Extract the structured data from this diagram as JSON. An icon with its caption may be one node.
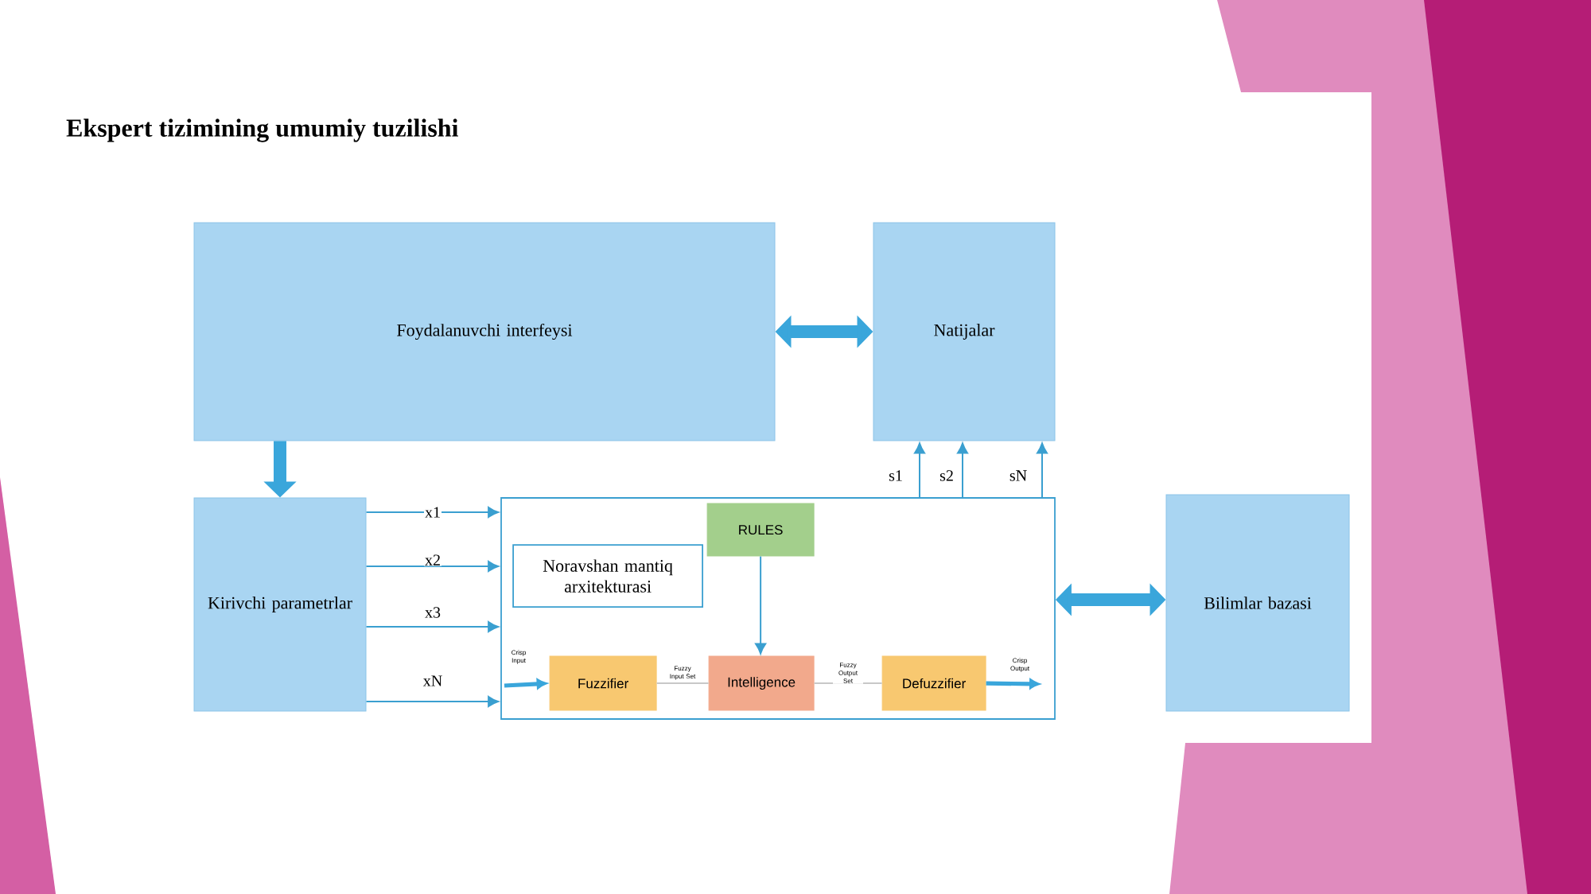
{
  "diagram": {
    "title": "Ekspert tizimining umumiy tuzilishi",
    "nodes": [
      {
        "text": [
          "Foydalanuvchi interfeysi"
        ]
      },
      {
        "text": [
          "Natijalar"
        ]
      },
      {
        "text": [
          "Kirivchi parametrlar"
        ]
      },
      {
        "text": [],
        "shape": "box"
      },
      {
        "text": [
          "Noravshan mantiq arxitekturasi"
        ],
        "in": 3
      },
      {
        "text": [
          "RULES"
        ],
        "in": 3
      },
      {
        "text": [
          "Fuzzifier"
        ],
        "in": 3
      },
      {
        "text": [
          "Intelligence"
        ],
        "in": 3
      },
      {
        "text": [
          "Defuzzifier"
        ],
        "in": 3
      },
      {
        "text": [
          "Bilimlar bazasi"
        ]
      }
    ],
    "edges": [
      {
        "from": 0,
        "to": 1,
        "arrow": "both",
        "style": "thick"
      },
      {
        "from": 0,
        "to": 2,
        "arrow": "to",
        "style": "thick"
      },
      {
        "from": 2,
        "to": 3,
        "arrow": "to",
        "label": "x1"
      },
      {
        "from": 2,
        "to": 3,
        "arrow": "to",
        "label": "x2"
      },
      {
        "from": 2,
        "to": 3,
        "arrow": "to",
        "label": "x3"
      },
      {
        "from": 2,
        "to": 3,
        "arrow": "to",
        "label": "xN"
      },
      {
        "from": 3,
        "to": 1,
        "arrow": "to",
        "label": "s1"
      },
      {
        "from": 3,
        "to": 1,
        "arrow": "to",
        "label": "s2"
      },
      {
        "from": 3,
        "to": 1,
        "arrow": "to",
        "label": "sN"
      },
      {
        "from": 3,
        "to": 9,
        "arrow": "both",
        "style": "thick"
      },
      {
        "from": 5,
        "to": 7,
        "arrow": "to"
      },
      {
        "from": null,
        "to": 6,
        "arrow": "to",
        "label": "Crisp Input",
        "style": "thick"
      },
      {
        "from": 6,
        "to": 7,
        "arrow": "none",
        "label": "Fuzzy Input Set",
        "color": "#c8c8c8"
      },
      {
        "from": 7,
        "to": 8,
        "arrow": "none",
        "label": "Fuzzy Output Set",
        "color": "#c8c8c8"
      },
      {
        "from": 8,
        "to": null,
        "arrow": "to",
        "label": "Crisp Output",
        "style": "thick"
      }
    ]
  }
}
